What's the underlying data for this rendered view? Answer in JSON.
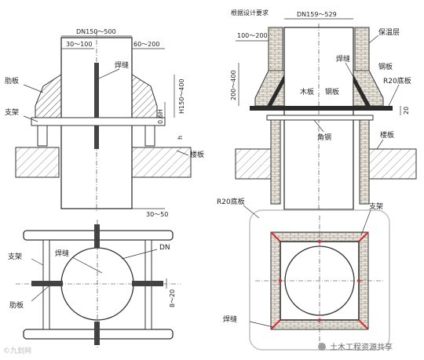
{
  "colors": {
    "line": "#333333",
    "pipe": "#ffffff",
    "hatch": "#555555",
    "brick": "#e9e3d8",
    "dark": "#2b2b2b",
    "weld_red": "#d32f2f",
    "outline": "#bdbdbd"
  },
  "top_left": {
    "dim_dn": "DN150～500",
    "dim_30_100": "30～100",
    "dim_60_200": "60～200",
    "label_weld": "焊缝",
    "label_rib": "肋板",
    "label_support": "支架",
    "label_floor": "楼板",
    "dim_h": "H150～400",
    "dim_06h": "0.6H",
    "dim_h_small": "h",
    "dim_30_50": "30～50"
  },
  "top_right": {
    "label_design": "根据设计要求",
    "dim_dn": "DN159～529",
    "label_insulation": "保温层",
    "dim_100_200": "100～200",
    "label_weld": "焊缝",
    "label_steel_plate": "钢板",
    "label_base_plate": "R20底板",
    "dim_200_400": "200～400",
    "label_wood_plate": "木板",
    "label_steel_plate2": "钢板",
    "dim_20": "20",
    "label_angle_steel": "角钢",
    "label_floor": "楼板"
  },
  "bottom_left": {
    "label_dn": "DN",
    "label_support": "支架",
    "label_weld": "焊缝",
    "label_rib": "肋板",
    "dim_8_20": "8～20"
  },
  "bottom_right": {
    "label_base_plate": "R20底板",
    "label_support": "支架",
    "label_weld": "焊缝"
  },
  "watermark": {
    "left": "©九划网",
    "right": "土木工程资源共享"
  }
}
